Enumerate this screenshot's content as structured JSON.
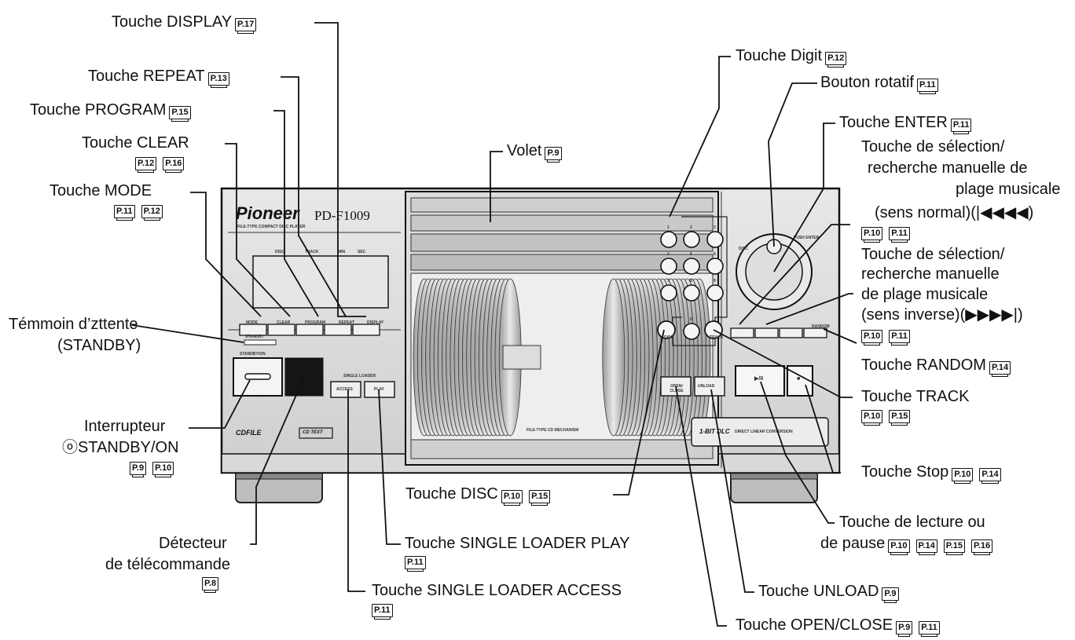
{
  "device": {
    "brand": "Pioneer",
    "model": "PD-F1009",
    "subtitle": "FILE-TYPE COMPACT DISC PLAYER",
    "display_headers": [
      "DISC",
      "TRACK",
      "MIN",
      "SEC"
    ],
    "mode_buttons": [
      "MODE",
      "CLEAR",
      "PROGRAM",
      "REPEAT",
      "DISPLAY"
    ],
    "standby_text": "STANDBY",
    "standby_on_text": "STANDBY/ON",
    "single_loader_text": "SINGLE LOADER",
    "access_text": "ACCESS",
    "play_text": "PLAY",
    "cd_text_logo": "CD TEXT",
    "cdfile_logo": "CDFILE",
    "mechanism_text": "FILE-TYPE CD MECHANISM",
    "digits": [
      "1",
      "2",
      "3",
      "4",
      "5",
      "6",
      "7",
      "8",
      "9",
      "0"
    ],
    "disc_btn": "DISC",
    "track_btn": "TRACK",
    "open_close_text": "OPEN/ CLOSE",
    "unload_text": "UNLOAD",
    "play_pause_text": "▶/II",
    "stop_text": "■",
    "dlc_text": "1-BIT DLC",
    "dlc_sub": "DIRECT LINEAR CONVERSION",
    "disc_label": "DISC",
    "push_enter_label": "PUSH ENTER",
    "random_text": "RANDOM"
  },
  "labels": {
    "display": {
      "text": "Touche DISPLAY",
      "pages": [
        "P.17"
      ]
    },
    "repeat": {
      "text": "Touche REPEAT",
      "pages": [
        "P.13"
      ]
    },
    "program": {
      "text": "Touche PROGRAM",
      "pages": [
        "P.15"
      ]
    },
    "clear": {
      "text": "Touche CLEAR",
      "pages": [
        "P.12",
        "P.16"
      ]
    },
    "mode": {
      "text": "Touche MODE",
      "pages": [
        "P.11",
        "P.12"
      ]
    },
    "standby_ind": {
      "line1": "Témmoin d’zttente",
      "line2": "(STANDBY)"
    },
    "standby_sw": {
      "line1": "Interrupteur",
      "line2": "ⓞSTANDBY/ON",
      "pages": [
        "P.9",
        "P.10"
      ]
    },
    "sensor": {
      "line1": "Détecteur",
      "line2": "de télécommande",
      "pages": [
        "P.8"
      ]
    },
    "volet": {
      "text": "Volet",
      "pages": [
        "P.9"
      ]
    },
    "digit": {
      "text": "Touche Digit",
      "pages": [
        "P.12"
      ]
    },
    "rotary": {
      "text": "Bouton rotatif",
      "pages": [
        "P.11"
      ]
    },
    "enter": {
      "text": "Touche ENTER",
      "pages": [
        "P.11"
      ]
    },
    "sel_normal": {
      "line1": "Touche de sélection/",
      "line2": "recherche manuelle de",
      "line3": "plage musicale",
      "line4": "(sens normal)(|◀◀◀◀)",
      "pages": [
        "P.10",
        "P.11"
      ]
    },
    "sel_inverse": {
      "line1": "Touche de sélection/",
      "line2": "recherche manuelle",
      "line3": "de plage musicale",
      "line4": "(sens inverse)(▶▶▶▶|)",
      "pages": [
        "P.10",
        "P.11"
      ]
    },
    "random": {
      "text": "Touche RANDOM",
      "pages": [
        "P.14"
      ]
    },
    "track": {
      "text": "Touche TRACK",
      "pages": [
        "P.10",
        "P.15"
      ]
    },
    "stop": {
      "text": "Touche Stop",
      "pages": [
        "P.10",
        "P.14"
      ]
    },
    "play_pause": {
      "line1": "Touche de lecture ou",
      "line2": "de pause",
      "pages": [
        "P.10",
        "P.14",
        "P.15",
        "P.16"
      ]
    },
    "disc": {
      "text": "Touche DISC",
      "pages": [
        "P.10",
        "P.15"
      ]
    },
    "sl_play": {
      "text": "Touche SINGLE LOADER PLAY",
      "pages": [
        "P.11"
      ]
    },
    "sl_access": {
      "text": "Touche SINGLE LOADER ACCESS",
      "pages": [
        "P.11"
      ]
    },
    "unload": {
      "text": "Touche UNLOAD",
      "pages": [
        "P.9"
      ]
    },
    "open_close": {
      "text": "Touche OPEN/CLOSE",
      "pages": [
        "P.9",
        "P.11"
      ]
    }
  }
}
